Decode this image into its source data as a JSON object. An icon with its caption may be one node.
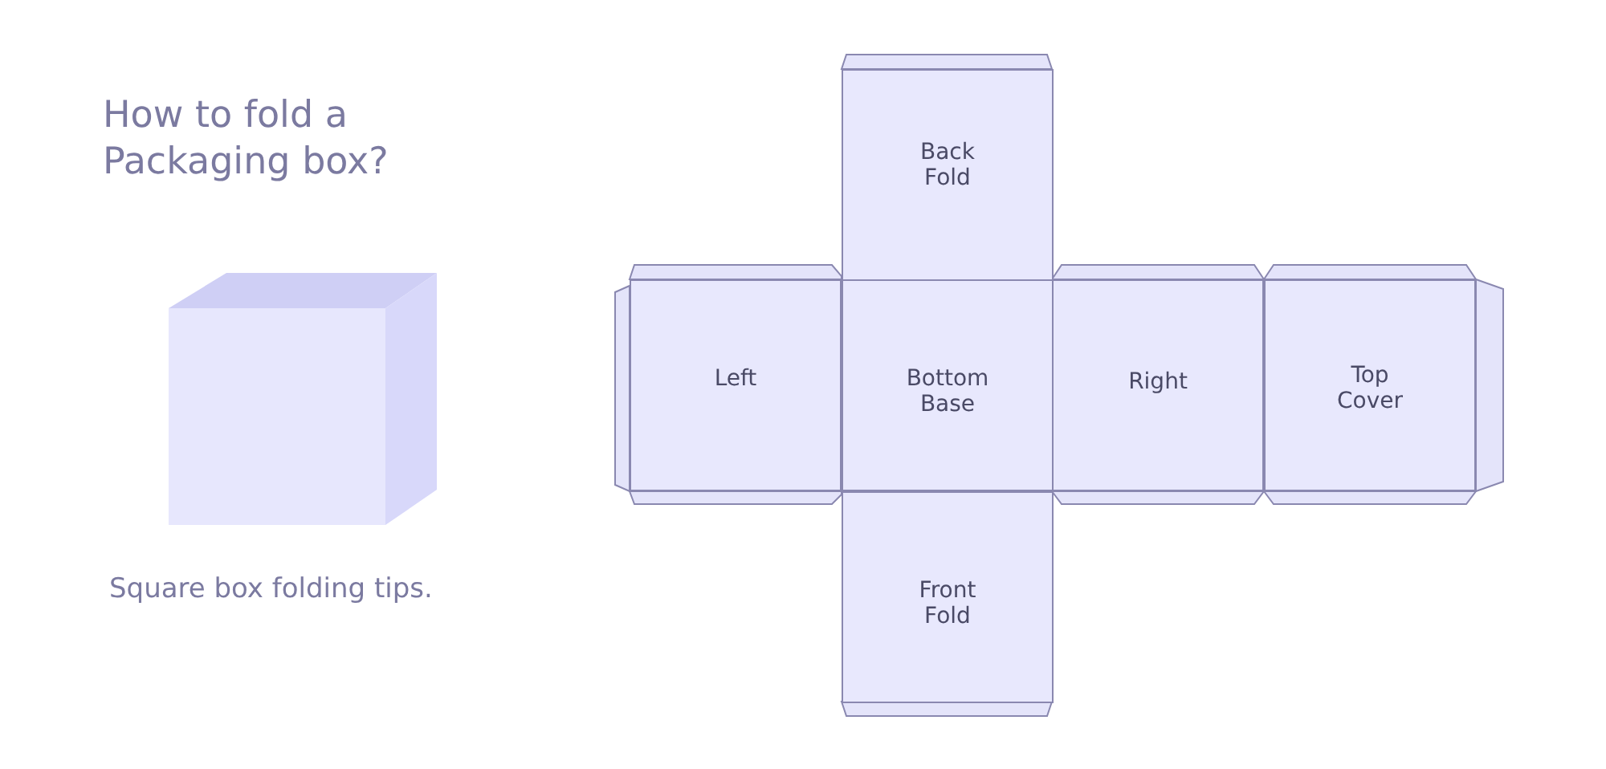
{
  "diagram": {
    "title": "How to fold a Packaging box?",
    "nodes": [
      {
        "text": [
          "Back Fold"
        ]
      },
      {
        "text": [
          "Left"
        ]
      },
      {
        "text": [
          "Bottom Base"
        ]
      },
      {
        "text": [
          "Right"
        ]
      },
      {
        "text": [
          "Top Cover"
        ]
      },
      {
        "text": [
          "Front Fold"
        ]
      }
    ],
    "labels": [
      "Square box folding tips."
    ]
  }
}
